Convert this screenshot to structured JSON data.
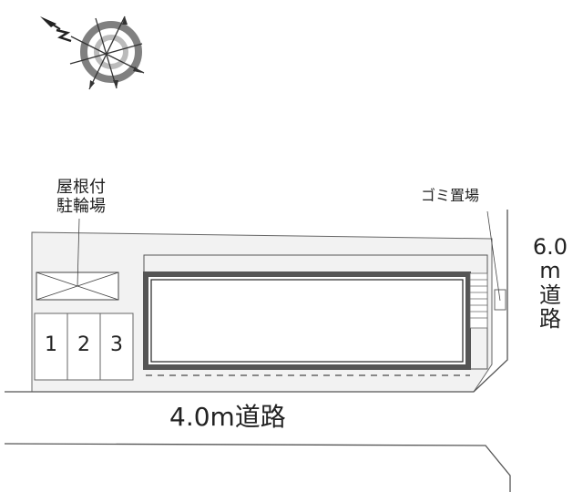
{
  "compass": {
    "icon": "north-arrow-compass-icon",
    "north_label": "N"
  },
  "labels": {
    "bike_parking": [
      "屋根付",
      "駐輪場"
    ],
    "garbage": "ゴミ置場",
    "side_road": [
      "6.0",
      "m",
      "道",
      "路"
    ],
    "front_road": "4.0m道路"
  },
  "parking_spaces": [
    "1",
    "2",
    "3"
  ],
  "colors": {
    "lot": "#f2f2f2",
    "building_wall": "#555555",
    "line": "#444444",
    "compass_dark": "#777777",
    "compass_light": "#bbbbbb"
  }
}
